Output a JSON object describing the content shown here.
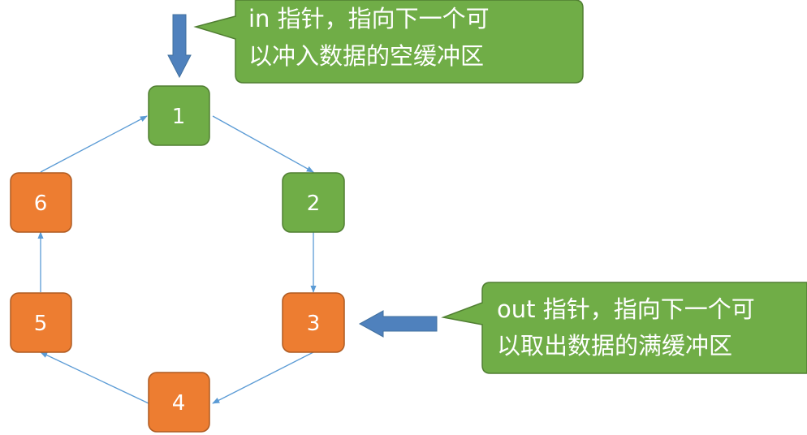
{
  "colors": {
    "green_node": "#70AD47",
    "green_stroke": "#507E32",
    "orange_node": "#ED7D31",
    "orange_stroke": "#AE5A21",
    "edge_arrow": "#5B9BD5",
    "pointer_arrow": "#4F81BD",
    "callout_fill": "#70AD47",
    "callout_stroke": "#507E32"
  },
  "buffers": [
    {
      "label": "1",
      "state": "empty"
    },
    {
      "label": "2",
      "state": "empty"
    },
    {
      "label": "3",
      "state": "full"
    },
    {
      "label": "4",
      "state": "full"
    },
    {
      "label": "5",
      "state": "full"
    },
    {
      "label": "6",
      "state": "full"
    }
  ],
  "edges": [
    {
      "from": "1",
      "to": "2"
    },
    {
      "from": "2",
      "to": "3"
    },
    {
      "from": "3",
      "to": "4"
    },
    {
      "from": "4",
      "to": "5"
    },
    {
      "from": "5",
      "to": "6"
    },
    {
      "from": "6",
      "to": "1"
    }
  ],
  "pointers": {
    "in": {
      "target": "1",
      "callout_line1": "in 指针，指向下一个可",
      "callout_line2": "以冲入数据的空缓冲区"
    },
    "out": {
      "target": "3",
      "callout_line1": "out 指针，指向下一个可",
      "callout_line2": "以取出数据的满缓冲区"
    }
  }
}
